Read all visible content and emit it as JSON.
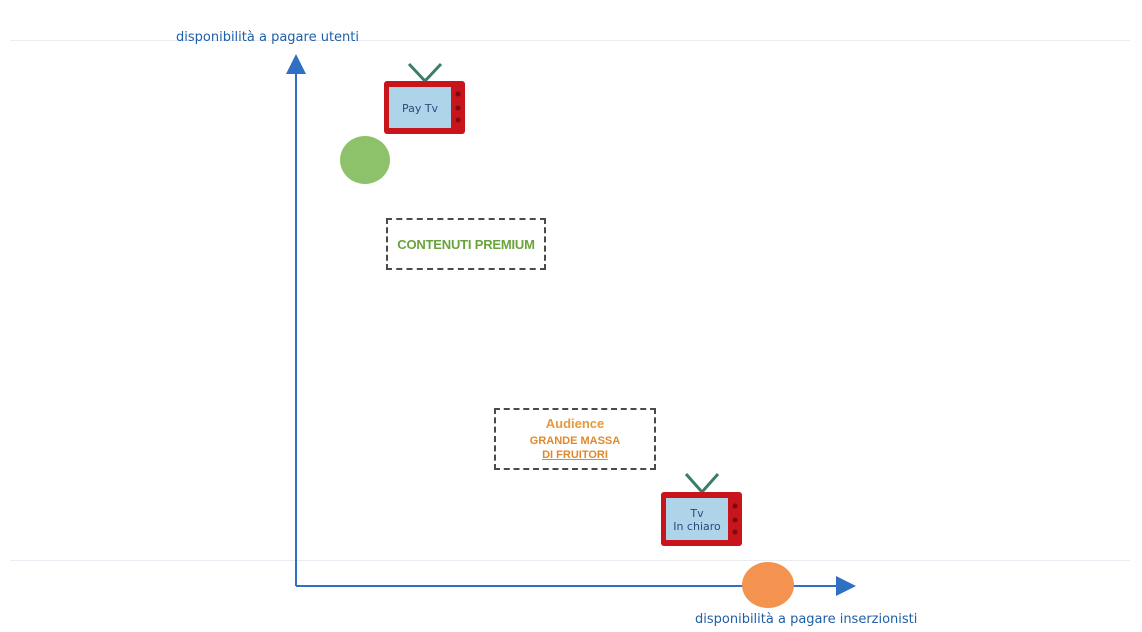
{
  "y_axis_label": "disponibilità a pagare utenti",
  "x_axis_label": "disponibilità a pagare inserzionisti",
  "pay_tv": {
    "label": "Pay Tv"
  },
  "free_tv": {
    "label_line1": "Tv",
    "label_line2": "In chiaro"
  },
  "premium_box": {
    "text": "CONTENUTI PREMIUM"
  },
  "audience_box": {
    "title": "Audience",
    "line1": "GRANDE MASSA",
    "line2": "DI FRUITORI"
  },
  "colors": {
    "axis": "#2f6fc4",
    "axis_label": "#1f5fa8",
    "green_circle": "#8ec26a",
    "orange_circle": "#f3934f",
    "tv_body": "#c8141b",
    "tv_screen": "#aed4ea",
    "premium_text": "#6aa33c",
    "audience_text": "#e0892b"
  }
}
